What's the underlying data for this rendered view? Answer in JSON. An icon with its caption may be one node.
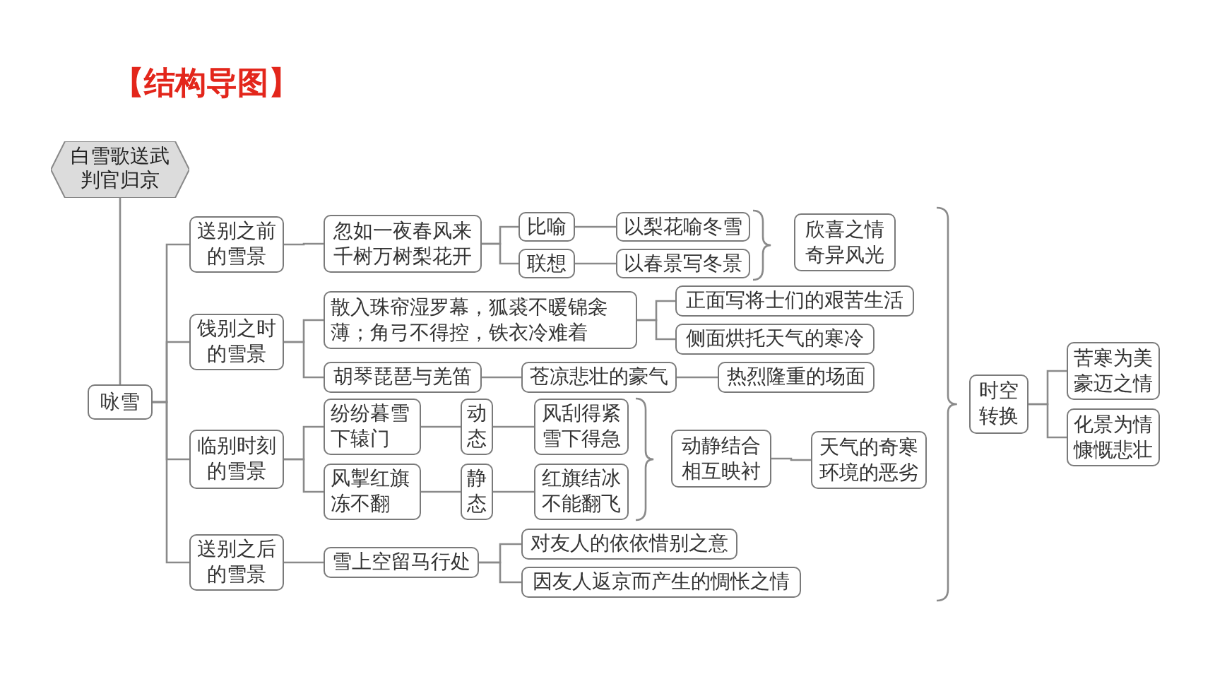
{
  "diagram": {
    "title": "【结构导图】",
    "nodes": [
      {
        "text": [
          "白雪歌送武判官归京"
        ]
      },
      {
        "text": [
          "咏雪"
        ]
      },
      {
        "text": [
          "送别之前的雪景"
        ]
      },
      {
        "text": [
          "饯别之时的雪景"
        ]
      },
      {
        "text": [
          "临别时刻的雪景"
        ]
      },
      {
        "text": [
          "送别之后的雪景"
        ]
      },
      {
        "text": [
          "忽如一夜春风来千树万树梨花开"
        ]
      },
      {
        "text": [
          "比喻"
        ]
      },
      {
        "text": [
          "联想"
        ]
      },
      {
        "text": [
          "以梨花喻冬雪"
        ]
      },
      {
        "text": [
          "以春景写冬景"
        ]
      },
      {
        "text": [
          "欣喜之情奇异风光"
        ]
      },
      {
        "text": [
          "散入珠帘湿罗幕，狐裘不暖锦衾薄；角弓不得控，铁衣冷难着"
        ]
      },
      {
        "text": [
          "正面写将士们的艰苦生活"
        ]
      },
      {
        "text": [
          "侧面烘托天气的寒冷"
        ]
      },
      {
        "text": [
          "胡琴琵琶与羌笛"
        ]
      },
      {
        "text": [
          "苍凉悲壮的豪气"
        ]
      },
      {
        "text": [
          "热烈隆重的场面"
        ]
      },
      {
        "text": [
          "纷纷暮雪下辕门"
        ]
      },
      {
        "text": [
          "动态"
        ]
      },
      {
        "text": [
          "风刮得紧雪下得急"
        ]
      },
      {
        "text": [
          "风掣红旗冻不翻"
        ]
      },
      {
        "text": [
          "静态"
        ]
      },
      {
        "text": [
          "红旗结冰不能翻飞"
        ]
      },
      {
        "text": [
          "动静结合相互映衬"
        ]
      },
      {
        "text": [
          "天气的奇寒环境的恶劣"
        ]
      },
      {
        "text": [
          "雪上空留马行处"
        ]
      },
      {
        "text": [
          "对友人的依依惜别之意"
        ]
      },
      {
        "text": [
          "因友人返京而产生的惆怅之情"
        ]
      },
      {
        "text": [
          "时空转换"
        ]
      },
      {
        "text": [
          "苦寒为美豪迈之情"
        ]
      },
      {
        "text": [
          "化景为情慷慨悲壮"
        ]
      }
    ],
    "edges": [
      {
        "from": 0,
        "to": 1,
        "arrow": "none"
      },
      {
        "from": 1,
        "to": 2,
        "arrow": "none"
      },
      {
        "from": 1,
        "to": 3,
        "arrow": "none"
      },
      {
        "from": 1,
        "to": 4,
        "arrow": "none"
      },
      {
        "from": 1,
        "to": 5,
        "arrow": "none"
      },
      {
        "from": 2,
        "to": 6,
        "arrow": "none"
      },
      {
        "from": 6,
        "to": 7,
        "arrow": "none"
      },
      {
        "from": 6,
        "to": 8,
        "arrow": "none"
      },
      {
        "from": 7,
        "to": 9,
        "arrow": "none"
      },
      {
        "from": 8,
        "to": 10,
        "arrow": "none"
      },
      {
        "from": 3,
        "to": 12,
        "arrow": "none"
      },
      {
        "from": 3,
        "to": 15,
        "arrow": "none"
      },
      {
        "from": 12,
        "to": 13,
        "arrow": "none"
      },
      {
        "from": 12,
        "to": 14,
        "arrow": "none"
      },
      {
        "from": 15,
        "to": 16,
        "arrow": "none"
      },
      {
        "from": 16,
        "to": 17,
        "arrow": "none"
      },
      {
        "from": 4,
        "to": 18,
        "arrow": "none"
      },
      {
        "from": 4,
        "to": 21,
        "arrow": "none"
      },
      {
        "from": 18,
        "to": 19,
        "arrow": "none"
      },
      {
        "from": 19,
        "to": 20,
        "arrow": "none"
      },
      {
        "from": 21,
        "to": 22,
        "arrow": "none"
      },
      {
        "from": 22,
        "to": 23,
        "arrow": "none"
      },
      {
        "from": 24,
        "to": 25,
        "arrow": "none"
      },
      {
        "from": 5,
        "to": 26,
        "arrow": "none"
      },
      {
        "from": 26,
        "to": 27,
        "arrow": "none"
      },
      {
        "from": 26,
        "to": 28,
        "arrow": "none"
      },
      {
        "from": 29,
        "to": 30,
        "arrow": "none"
      },
      {
        "from": 29,
        "to": 31,
        "arrow": "none"
      }
    ]
  }
}
